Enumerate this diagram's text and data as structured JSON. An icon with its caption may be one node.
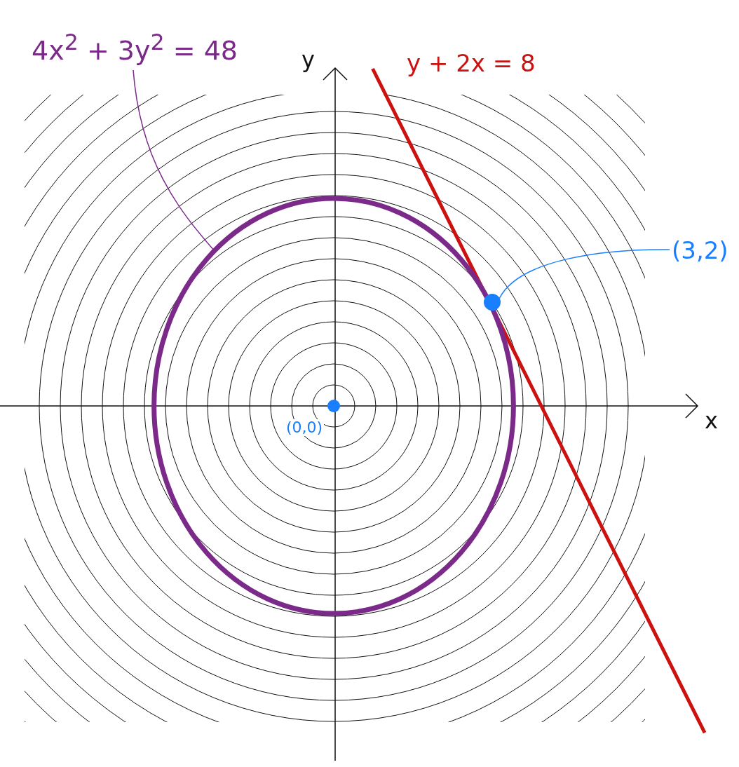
{
  "diagram": {
    "nodes": [
      {
        "text": [
          "4x$^{2}$ + 3y$^{2}$ = 48"
        ]
      },
      {
        "text": [],
        "shape": "ellipse"
      },
      {
        "text": [
          "(3,2)"
        ]
      },
      {
        "text": [],
        "shape": "circle"
      }
    ],
    "edges": [
      {
        "from": 0,
        "to": 1,
        "arrow": "none",
        "color": "#7b2a8a"
      },
      {
        "from": 2,
        "to": 3,
        "arrow": "none",
        "color": "#1a7fff"
      }
    ],
    "labels": [
      "y",
      "x",
      "y + 2x = 8",
      "(0,0)"
    ]
  }
}
